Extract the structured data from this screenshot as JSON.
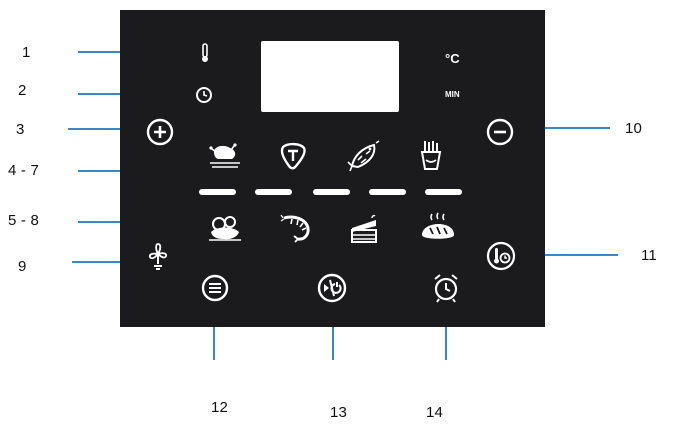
{
  "diagram": {
    "units": {
      "celsius": "°C",
      "minutes": "MIN"
    },
    "callouts": {
      "c1": "1",
      "c2": "2",
      "c3": "3",
      "c4_7": "4 - 7",
      "c5_8": "5 - 8",
      "c9": "9",
      "c10": "10",
      "c11": "11",
      "c12": "12",
      "c13": "13",
      "c14": "14"
    },
    "icons": {
      "temperature": "thermometer-icon",
      "time": "clock-icon",
      "increase": "plus-circle-icon",
      "decrease": "minus-circle-icon",
      "program_row_1": [
        "chicken-icon",
        "steak-icon",
        "fish-icon",
        "fries-icon"
      ],
      "program_row_2": [
        "vegetables-icon",
        "shrimp-icon",
        "cake-icon",
        "bread-icon"
      ],
      "fan": "fan-icon",
      "keep_warm": "thermometer-clock-icon",
      "menu": "menu-icon",
      "power": "power-icon",
      "timer": "alarm-clock-icon"
    },
    "colors": {
      "panel": "#1b1a1c",
      "display": "#ffffff",
      "arrow": "#3d86c6",
      "icon": "#ffffff"
    }
  }
}
